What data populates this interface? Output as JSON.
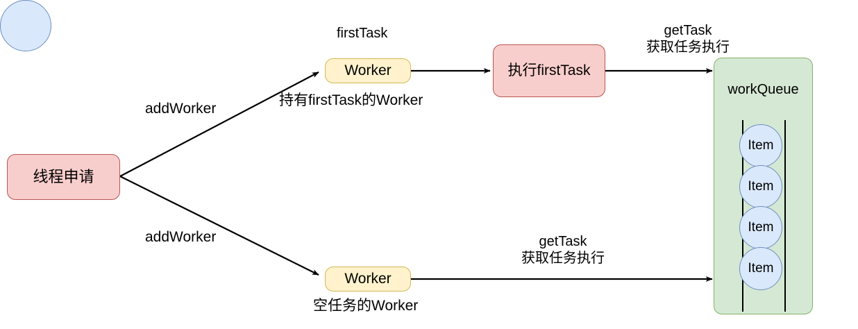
{
  "diagram": {
    "title": "Thread pool worker / workQueue flow",
    "background": "#ffffff",
    "colors": {
      "pink_fill": "#f8cecc",
      "pink_stroke": "#b85450",
      "yellow_fill": "#fff2cc",
      "yellow_stroke": "#d6b656",
      "green_fill": "#d5e8d4",
      "green_stroke": "#82b366",
      "blue_fill": "#dae8fc",
      "blue_stroke": "#6c8ebf",
      "edge_stroke": "#000000"
    },
    "nodes": {
      "thread_request": {
        "label": "线程申请",
        "shape": "rounded-rect",
        "fill": "pink"
      },
      "worker_top": {
        "label": "Worker",
        "shape": "rounded-rect",
        "fill": "yellow"
      },
      "worker_bottom": {
        "label": "Worker",
        "shape": "rounded-rect",
        "fill": "yellow"
      },
      "first_task_circle": {
        "label": "firstTask",
        "shape": "circle",
        "fill": "blue"
      },
      "execute_first_task": {
        "label": "执行firstTask",
        "shape": "rounded-rect",
        "fill": "pink"
      },
      "work_queue": {
        "label": "workQueue",
        "shape": "rounded-rect",
        "fill": "green",
        "items": [
          "Item",
          "Item",
          "Item",
          "Item"
        ]
      }
    },
    "edge_labels": {
      "add_worker_top": "addWorker",
      "add_worker_bottom": "addWorker",
      "worker_with_firsttask": "持有firstTask的Worker",
      "worker_empty_task": "空任务的Worker",
      "get_task_top_line1": "getTask",
      "get_task_top_line2": "获取任务执行",
      "get_task_bottom_line1": "getTask",
      "get_task_bottom_line2": "获取任务执行"
    }
  }
}
